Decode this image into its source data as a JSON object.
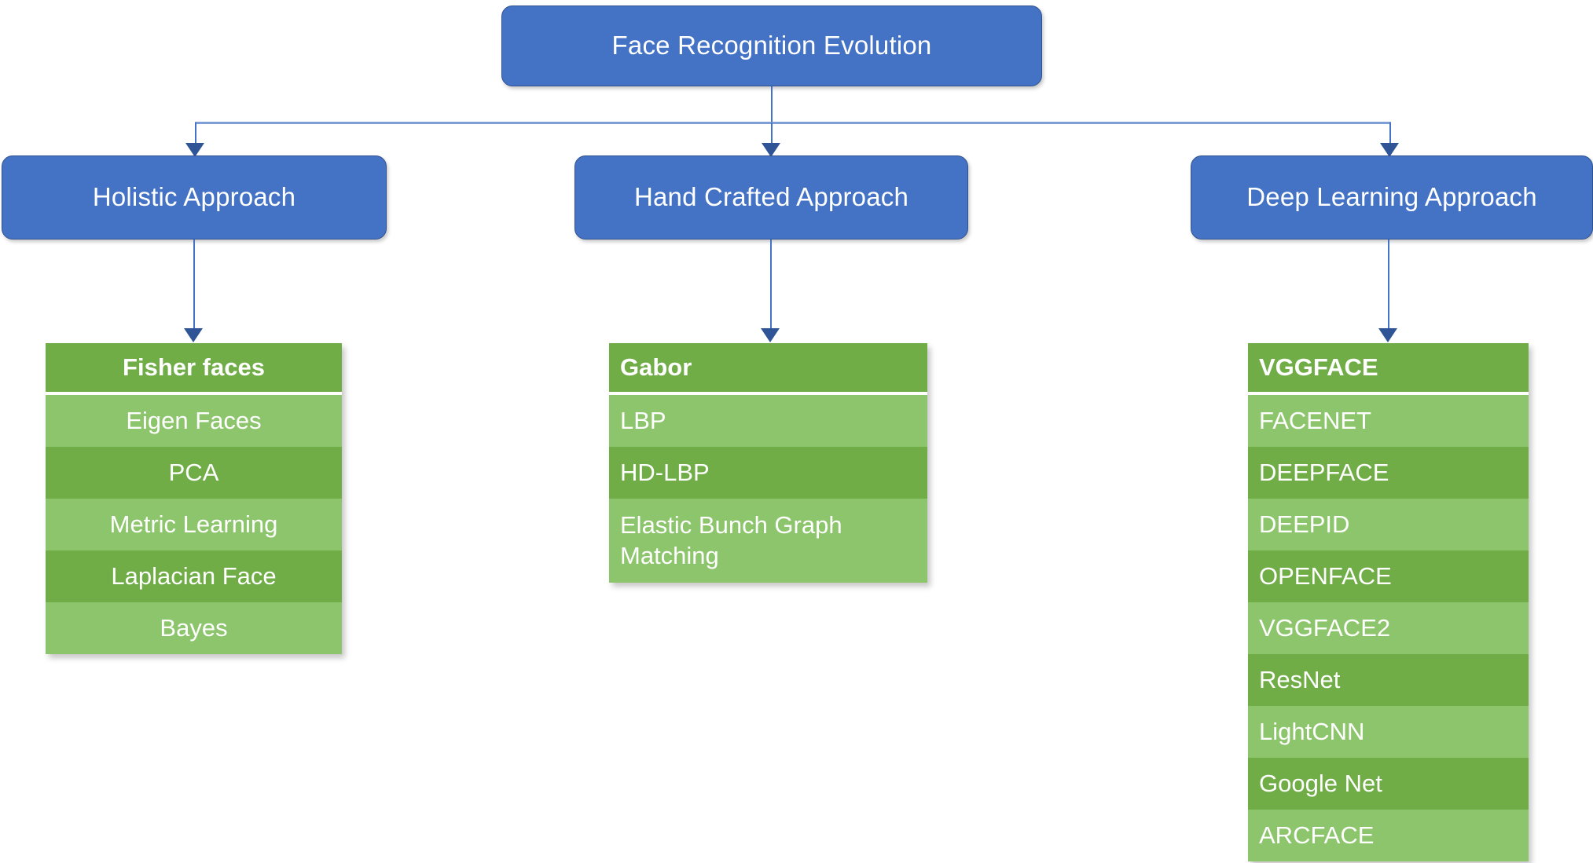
{
  "diagram": {
    "root": {
      "label": "Face Recognition Evolution"
    },
    "branches": [
      {
        "label": "Holistic Approach"
      },
      {
        "label": "Hand Crafted Approach"
      },
      {
        "label": "Deep Learning Approach"
      }
    ],
    "lists": {
      "holistic": {
        "align": "center",
        "items": [
          "Fisher faces",
          "Eigen Faces",
          "PCA",
          "Metric Learning",
          "Laplacian Face",
          "Bayes"
        ]
      },
      "handcrafted": {
        "align": "left",
        "items": [
          "Gabor",
          "LBP",
          "HD-LBP",
          "Elastic Bunch Graph Matching"
        ]
      },
      "deeplearning": {
        "align": "left",
        "items": [
          "VGGFACE",
          "FACENET",
          "DEEPFACE",
          "DEEPID",
          "OPENFACE",
          "VGGFACE2",
          "ResNet",
          "LightCNN",
          "Google Net",
          "ARCFACE"
        ]
      }
    },
    "colors": {
      "node_blue": "#4472C4",
      "node_blue_border": "#2F528F",
      "connector_blue": "#4472C4",
      "arrow_blue": "#2F5597",
      "green_dark": "#70AD47",
      "green_light": "#8CC56B",
      "text_white": "#FFFFFF"
    }
  }
}
